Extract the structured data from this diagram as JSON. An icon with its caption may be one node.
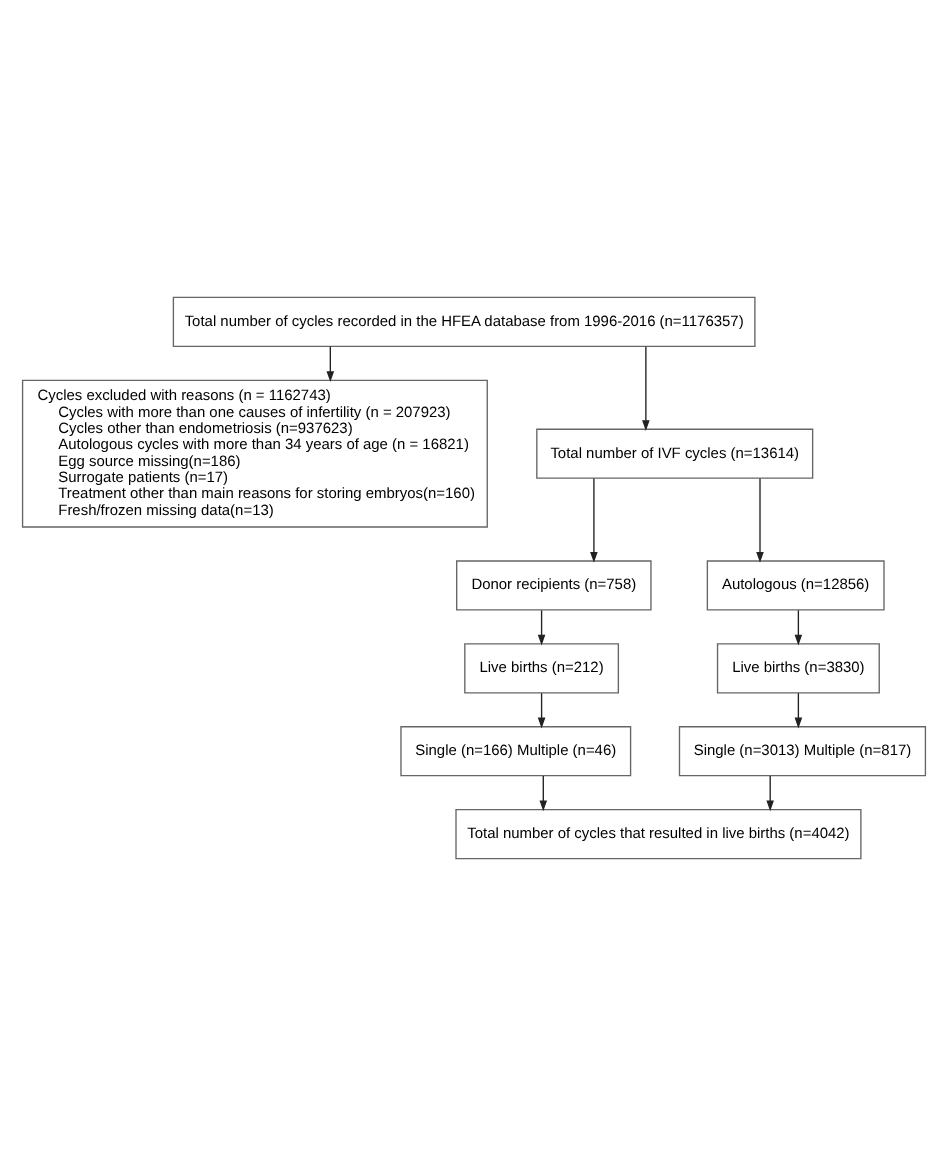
{
  "diagram": {
    "nodes": [
      {
        "text": [
          "Total number of cycles recorded in the HFEA database from 1996-2016 (n=1176357)"
        ]
      },
      {
        "text": [
          "Cycles excluded with reasons (n = 1162743)",
          "Cycles with more than one causes of infertility (n = 207923)",
          "Cycles other than endometriosis (n=937623)",
          "Autologous cycles with more than 34 years of age (n = 16821)",
          "Egg source missing(n=186)",
          "Surrogate patients (n=17)",
          "Treatment other than main reasons for storing embryos(n=160)",
          "Fresh/frozen missing data(n=13)"
        ]
      },
      {
        "text": [
          "Total number of IVF cycles (n=13614)"
        ]
      },
      {
        "text": [
          "Donor recipients (n=758)"
        ]
      },
      {
        "text": [
          "Autologous (n=12856)"
        ]
      },
      {
        "text": [
          "Live births (n=212)"
        ]
      },
      {
        "text": [
          "Live births (n=3830)"
        ]
      },
      {
        "text": [
          "Single (n=166) Multiple (n=46)"
        ]
      },
      {
        "text": [
          "Single (n=3013) Multiple (n=817)"
        ]
      },
      {
        "text": [
          "Total number of cycles that resulted in live births (n=4042)"
        ]
      }
    ],
    "edges": [
      {
        "from": 0,
        "to": 1,
        "arrow": "to"
      },
      {
        "from": 0,
        "to": 2,
        "arrow": "to"
      },
      {
        "from": 2,
        "to": 3,
        "arrow": "to"
      },
      {
        "from": 2,
        "to": 4,
        "arrow": "to"
      },
      {
        "from": 3,
        "to": 5,
        "arrow": "to"
      },
      {
        "from": 4,
        "to": 6,
        "arrow": "to"
      },
      {
        "from": 5,
        "to": 7,
        "arrow": "to"
      },
      {
        "from": 6,
        "to": 8,
        "arrow": "to"
      },
      {
        "from": 7,
        "to": 9,
        "arrow": "to"
      },
      {
        "from": 8,
        "to": 9,
        "arrow": "to"
      }
    ]
  }
}
